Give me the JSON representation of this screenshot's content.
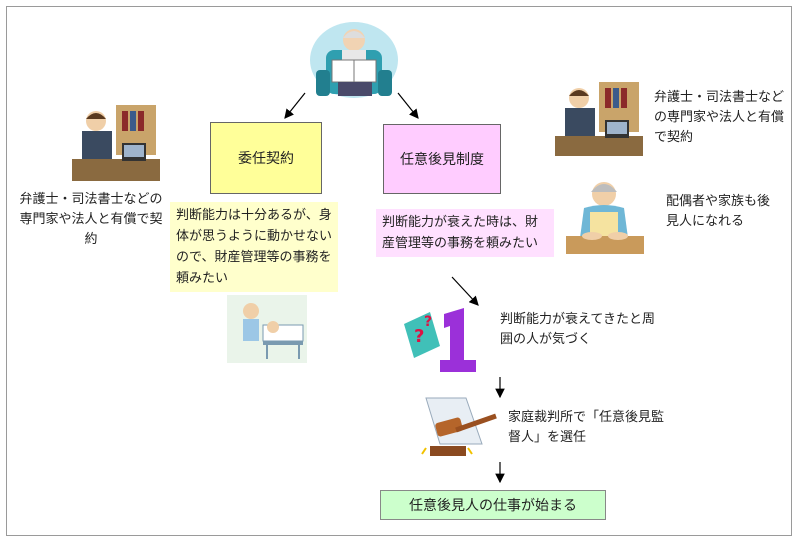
{
  "diagram": {
    "delegation_box": "委任契約",
    "guardianship_box": "任意後見制度",
    "final_box": "任意後見人の仕事が始まる",
    "left_note": "弁護士・司法書士などの専門家や法人と有償で契約",
    "right_note_professional": "弁護士・司法書士などの専門家や法人と有償で契約",
    "right_note_family": "配偶者や家族も後見人になれる",
    "delegation_desc": "判断能力は十分あるが、身体が思うように動かせないので、財産管理等の事務を頼みたい",
    "guardianship_desc": "判断能力が衰えた時は、財産管理等の事務を頼みたい",
    "step_notice": "判断能力が衰えてきたと周囲の人が気づく",
    "step_court": "家庭裁判所で「任意後見監督人」を選任"
  },
  "colors": {
    "yellow_box": "#ffff99",
    "pink_box": "#ffccff",
    "pale_yellow": "#ffffcc",
    "pale_pink": "#ffe0ff",
    "green_box": "#ccffcc",
    "purple_icon": "#8a2be2"
  },
  "icons": [
    "elderly-man-reading-icon",
    "lawyer-at-desk-icon",
    "elderly-woman-cooking-icon",
    "hospital-bed-icon",
    "question-number-one-icon",
    "gavel-icon"
  ]
}
